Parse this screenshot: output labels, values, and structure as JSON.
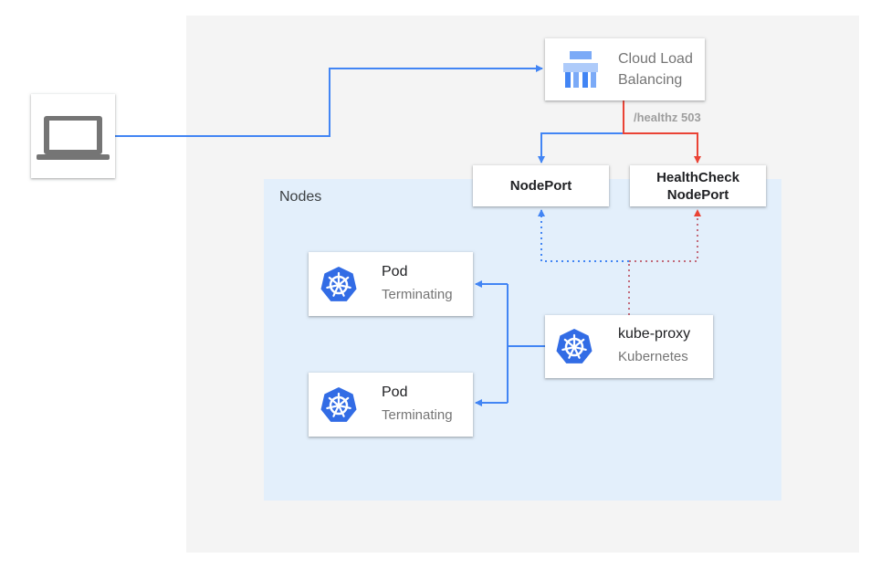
{
  "diagram": {
    "nodes_label": "Nodes",
    "load_balancer": {
      "line1": "Cloud Load",
      "line2": "Balancing",
      "icon": "load-balancing-icon"
    },
    "healthz_label": "/healthz 503",
    "nodeport": {
      "label": "NodePort"
    },
    "healthcheck_nodeport": {
      "line1": "HealthCheck",
      "line2": "NodePort"
    },
    "pods": [
      {
        "title": "Pod",
        "status": "Terminating",
        "icon": "kubernetes-icon"
      },
      {
        "title": "Pod",
        "status": "Terminating",
        "icon": "kubernetes-icon"
      }
    ],
    "kube_proxy": {
      "title": "kube-proxy",
      "subtitle": "Kubernetes",
      "icon": "kubernetes-icon"
    },
    "client": {
      "icon": "laptop-icon"
    }
  },
  "colors": {
    "blue_line": "#4285f4",
    "red_line": "#ea4335",
    "dotted_red": "#c26a7a",
    "k8s_blue": "#326ce5",
    "lb_icon": "#7baaf7",
    "laptop": "#757575"
  }
}
